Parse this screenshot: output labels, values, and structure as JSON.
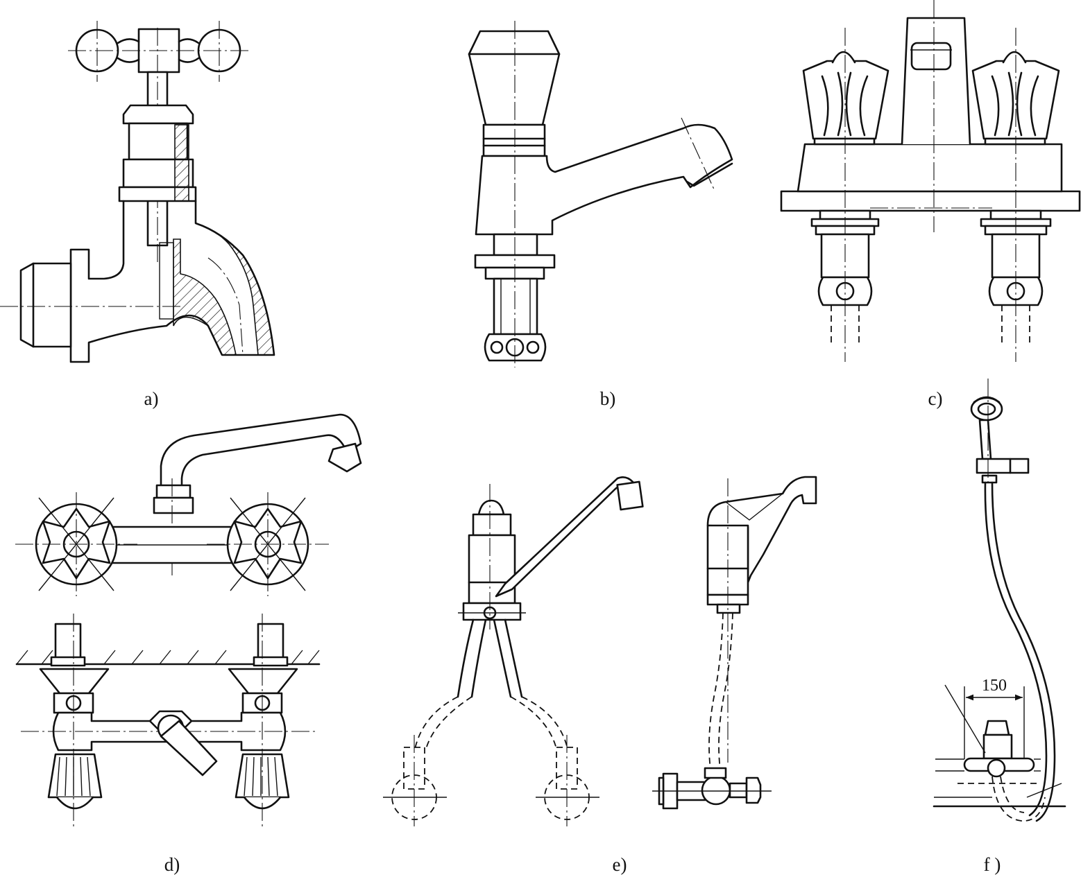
{
  "captions": {
    "a": "a)",
    "b": "b)",
    "c": "c)",
    "d": "d)",
    "e": "e)",
    "f": "f )"
  },
  "dimension_f": "150",
  "colors": {
    "stroke": "#111111",
    "background": "#ffffff"
  }
}
